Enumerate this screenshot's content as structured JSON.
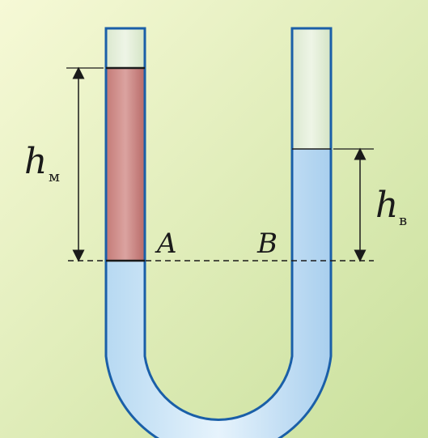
{
  "labels": {
    "h_left": "h",
    "h_left_sub": "м",
    "h_right": "h",
    "h_right_sub": "в",
    "point_a": "A",
    "point_b": "B"
  },
  "colors": {
    "background_top": "#f3f7cf",
    "background_bottom": "#cfe3a4",
    "water": "#c9e4f6",
    "water_dark": "#a9cfee",
    "oil": "#cf8a86",
    "oil_dark": "#b86a68",
    "tube_stroke": "#1a5fa8",
    "empty_tube": "#e6efdc",
    "line": "#1a1a1a"
  }
}
